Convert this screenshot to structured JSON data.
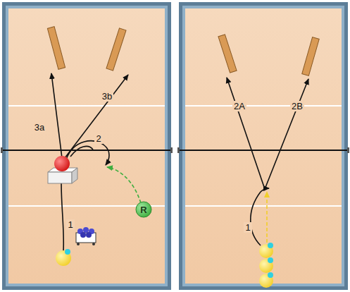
{
  "diagram": {
    "nodes": [
      {
        "text": [
          "R"
        ]
      }
    ],
    "labels": [
      "3a",
      "3b",
      "2",
      "1",
      "2A",
      "2B",
      "1"
    ]
  }
}
